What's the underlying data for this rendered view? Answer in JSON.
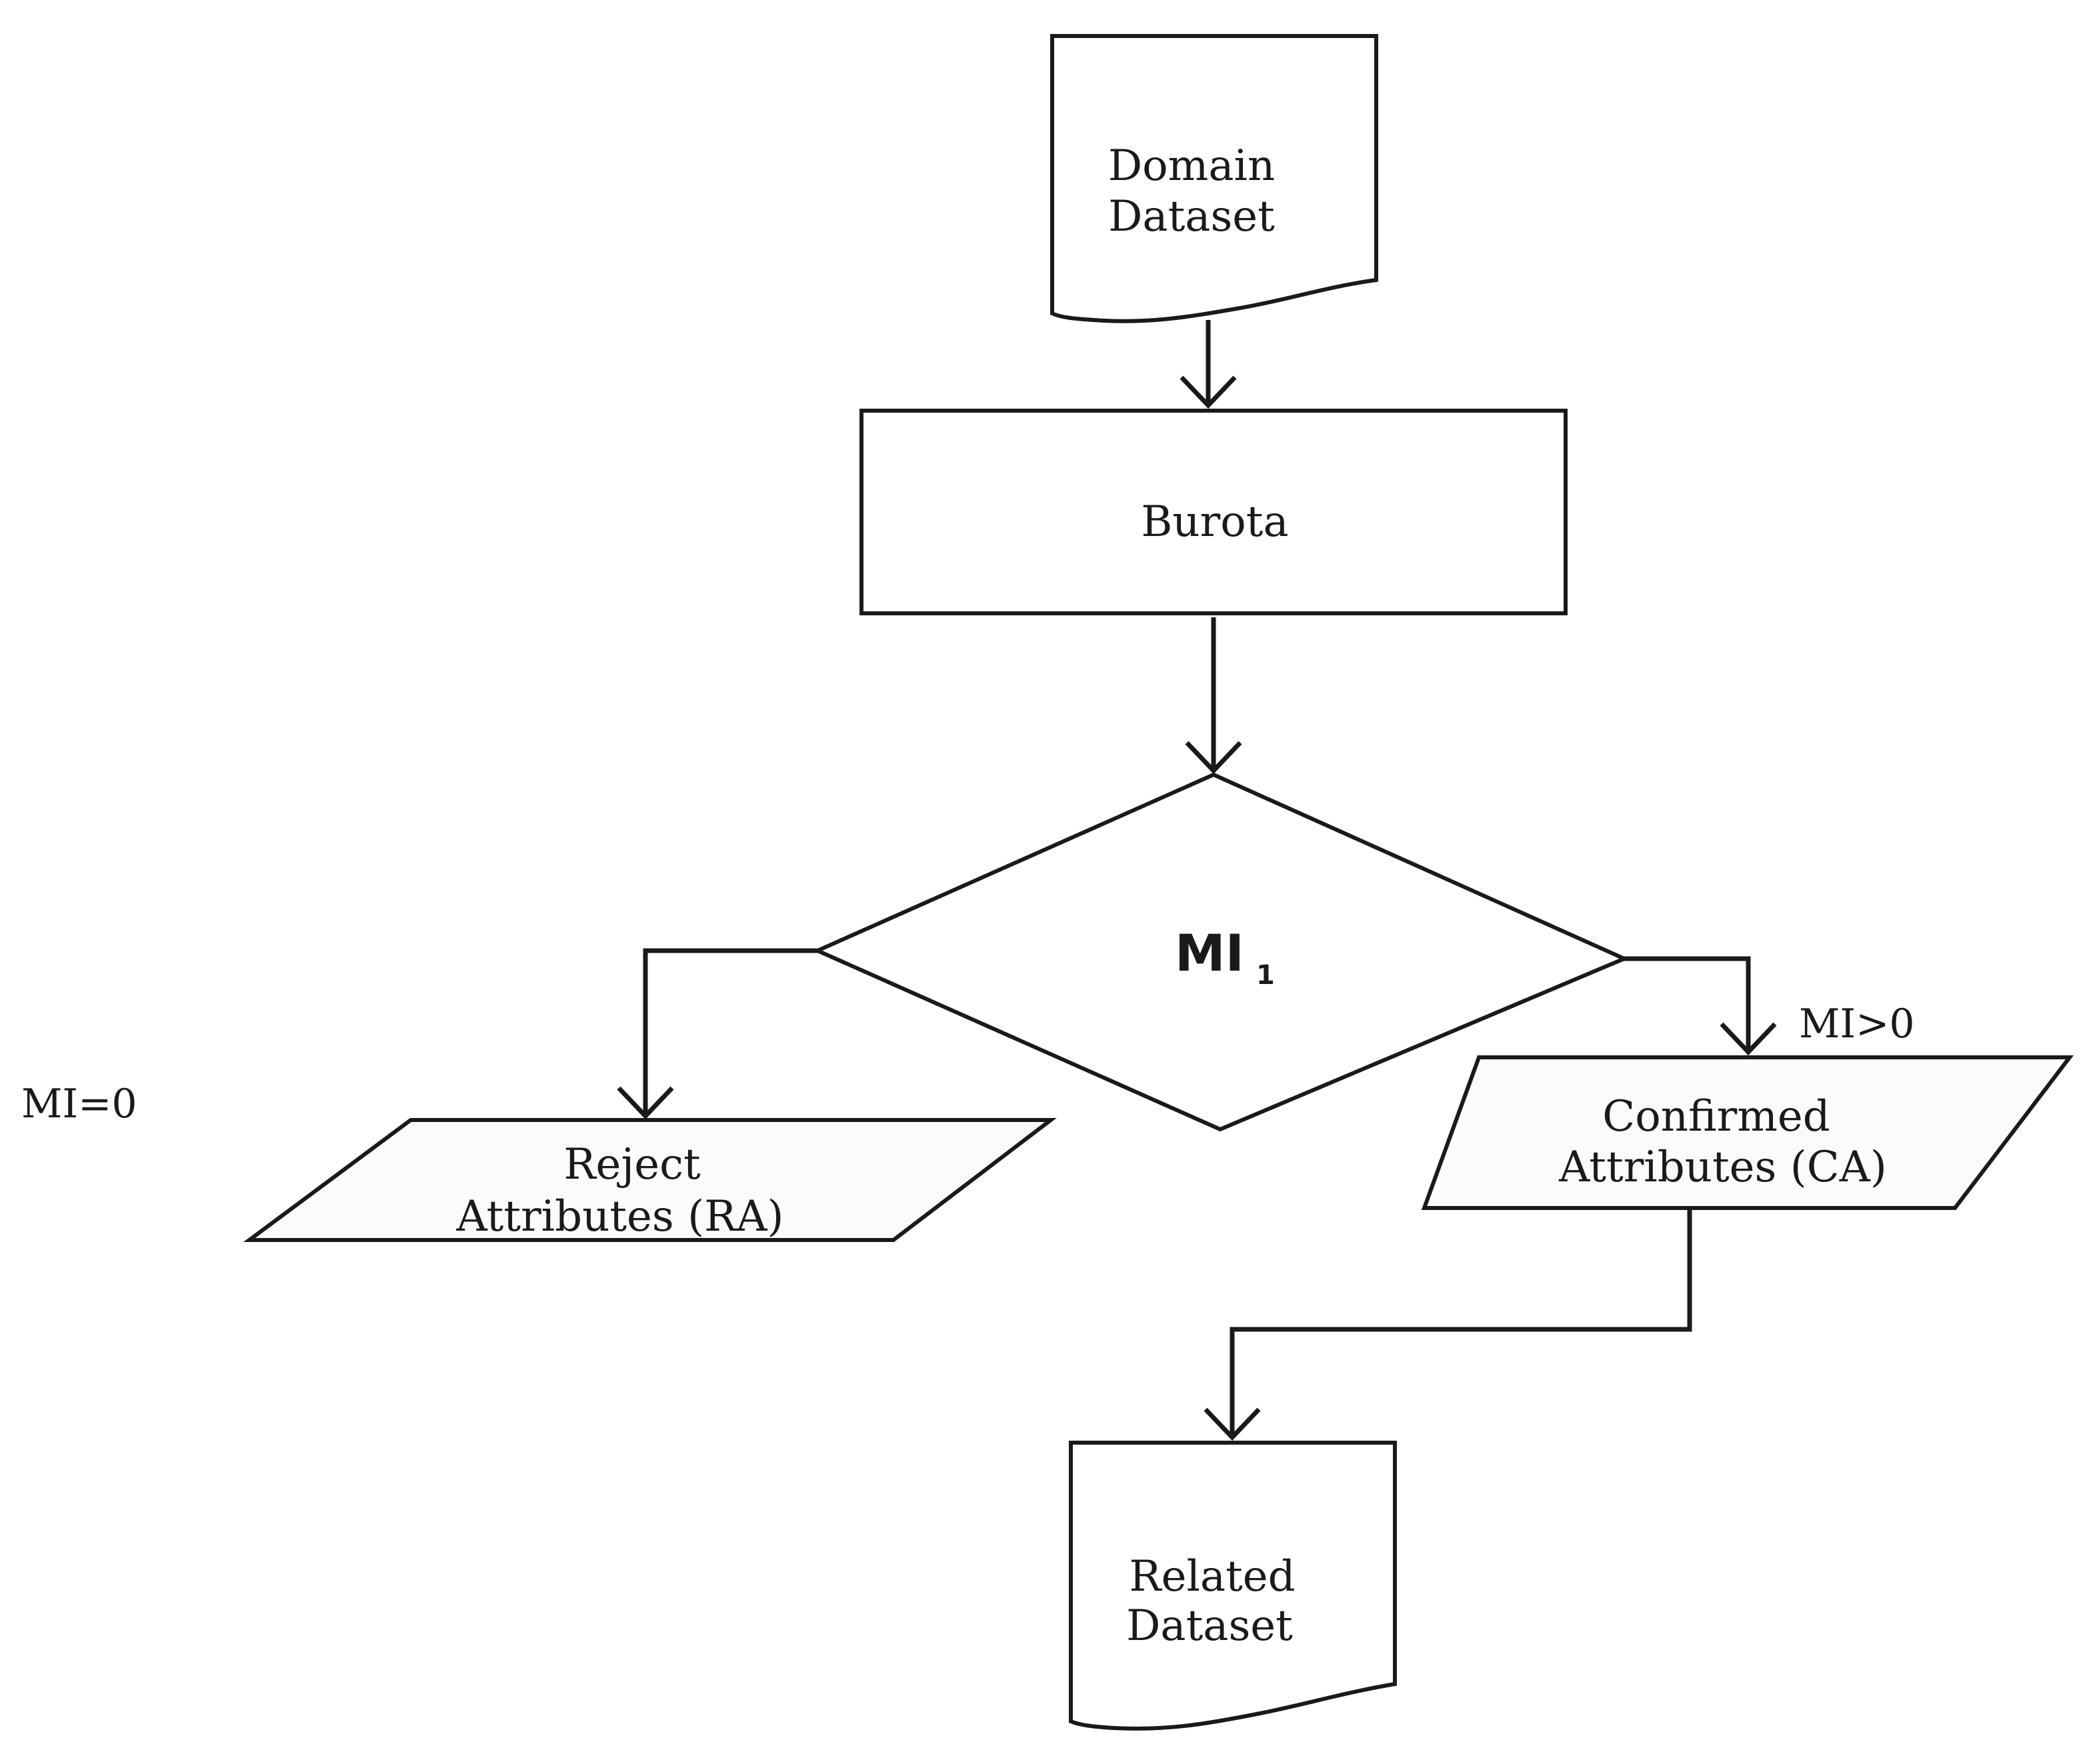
{
  "nodes": {
    "domain_dataset": {
      "line1": "Domain",
      "line2": "Dataset"
    },
    "burota": {
      "label": "Burota"
    },
    "decision": {
      "label": "MI",
      "subscript": "1"
    },
    "reject": {
      "line1": "Reject",
      "line2": "Attributes (RA)"
    },
    "confirmed": {
      "line1": "Confirmed",
      "line2": "Attributes (CA)"
    },
    "related_dataset": {
      "line1": "Related",
      "line2": "Dataset"
    }
  },
  "edge_labels": {
    "mi_zero": "MI=0",
    "mi_positive": "MI>0"
  },
  "colors": {
    "stroke": "#1a1a1a",
    "parallelogram_fill": "#fbfbf9",
    "background": "#ffffff"
  }
}
